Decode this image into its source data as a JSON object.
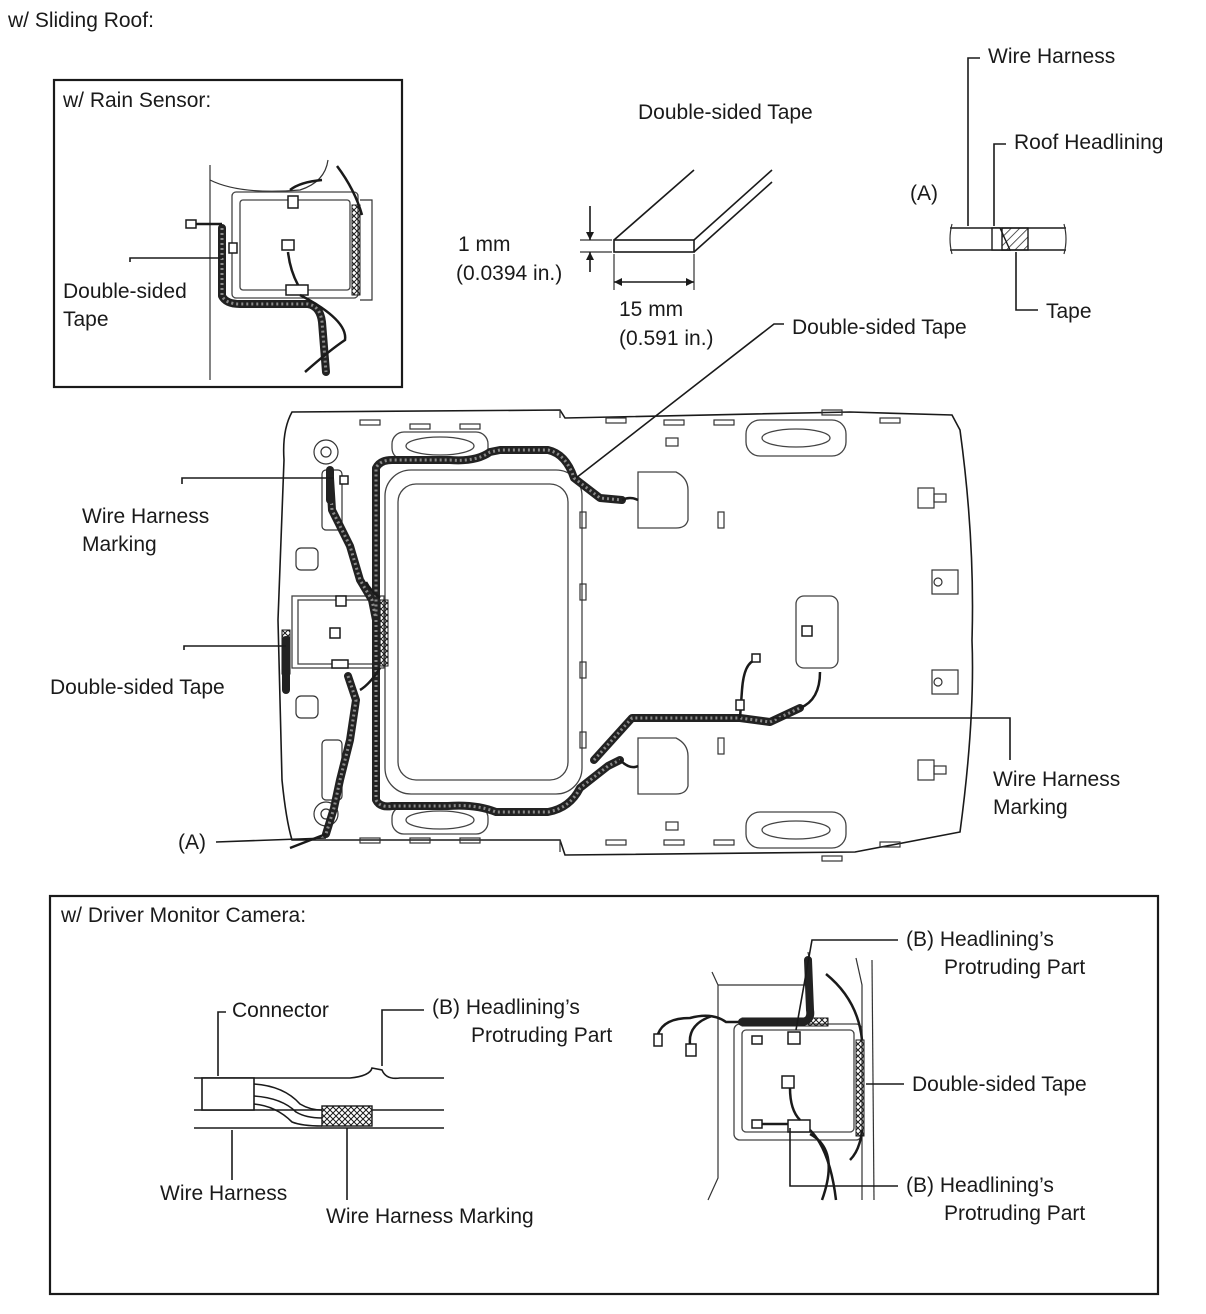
{
  "header": {
    "title": "w/ Sliding Roof:"
  },
  "rain_sensor": {
    "title": "w/ Rain Sensor:",
    "tape_label_1": "Double-sided",
    "tape_label_2": "Tape"
  },
  "tape_detail": {
    "title": "Double-sided Tape",
    "thickness_mm": "1 mm",
    "thickness_in": "(0.0394 in.)",
    "width_mm": "15 mm",
    "width_in": "(0.591 in.)"
  },
  "section_a": {
    "marker": "(A)",
    "wire_harness": "Wire Harness",
    "roof_headlining": "Roof Headlining",
    "tape": "Tape"
  },
  "main_view": {
    "tape_top_right": "Double-sided Tape",
    "marking_left_1": "Wire Harness",
    "marking_left_2": "Marking",
    "tape_left": "Double-sided Tape",
    "marker_a": "(A)",
    "marking_right_1": "Wire Harness",
    "marking_right_2": "Marking"
  },
  "driver_monitor": {
    "title": "w/ Driver Monitor Camera:",
    "connector": "Connector",
    "protruding_left_1": "(B) Headlining’s",
    "protruding_left_2": "Protruding Part",
    "wire_harness": "Wire Harness",
    "wire_harness_marking": "Wire Harness Marking",
    "protruding_top_1": "(B) Headlining’s",
    "protruding_top_2": "Protruding Part",
    "tape": "Double-sided Tape",
    "protruding_bottom_1": "(B) Headlining’s",
    "protruding_bottom_2": "Protruding Part"
  },
  "colors": {
    "line": "#1a1a1a",
    "harness": "#222222",
    "background": "#ffffff"
  }
}
